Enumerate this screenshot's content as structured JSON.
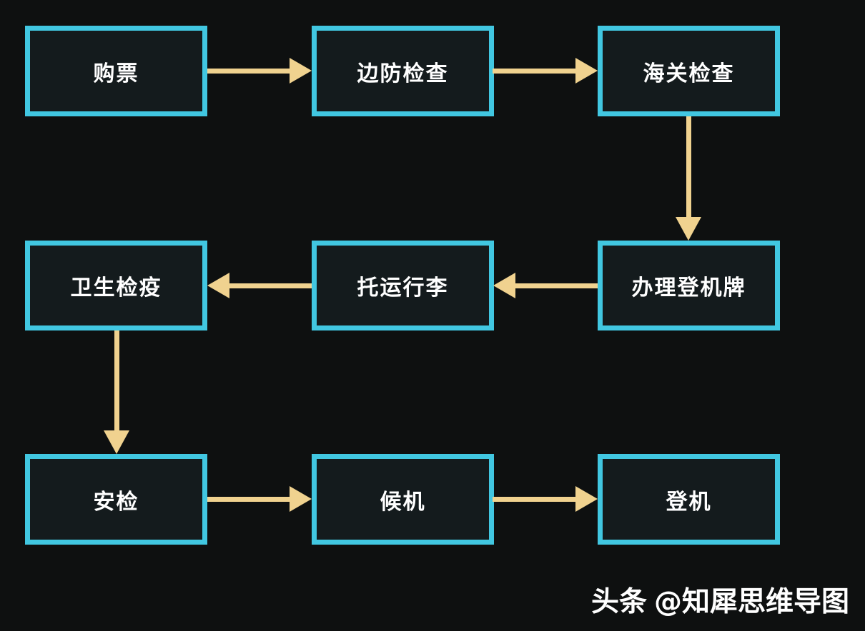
{
  "flow": {
    "description": "airport departure process flowchart",
    "nodes": [
      {
        "id": "n1",
        "label": "购票"
      },
      {
        "id": "n2",
        "label": "边防检查"
      },
      {
        "id": "n3",
        "label": "海关检查"
      },
      {
        "id": "n4",
        "label": "办理登机牌"
      },
      {
        "id": "n5",
        "label": "托运行李"
      },
      {
        "id": "n6",
        "label": "卫生检疫"
      },
      {
        "id": "n7",
        "label": "安检"
      },
      {
        "id": "n8",
        "label": "候机"
      },
      {
        "id": "n9",
        "label": "登机"
      }
    ],
    "edges": [
      {
        "from": "购票",
        "to": "边防检查",
        "direction": "right"
      },
      {
        "from": "边防检查",
        "to": "海关检查",
        "direction": "right"
      },
      {
        "from": "海关检查",
        "to": "办理登机牌",
        "direction": "down"
      },
      {
        "from": "办理登机牌",
        "to": "托运行李",
        "direction": "left"
      },
      {
        "from": "托运行李",
        "to": "卫生检疫",
        "direction": "left"
      },
      {
        "from": "卫生检疫",
        "to": "安检",
        "direction": "down"
      },
      {
        "from": "安检",
        "to": "候机",
        "direction": "right"
      },
      {
        "from": "候机",
        "to": "登机",
        "direction": "right"
      }
    ],
    "colors": {
      "background": "#0e1010",
      "node_fill": "#141b1d",
      "node_border": "#41c7e1",
      "node_text": "#ffffff",
      "arrow": "#f0d28f"
    }
  },
  "watermark": {
    "brand": "头条",
    "handle": "@知犀思维导图"
  }
}
